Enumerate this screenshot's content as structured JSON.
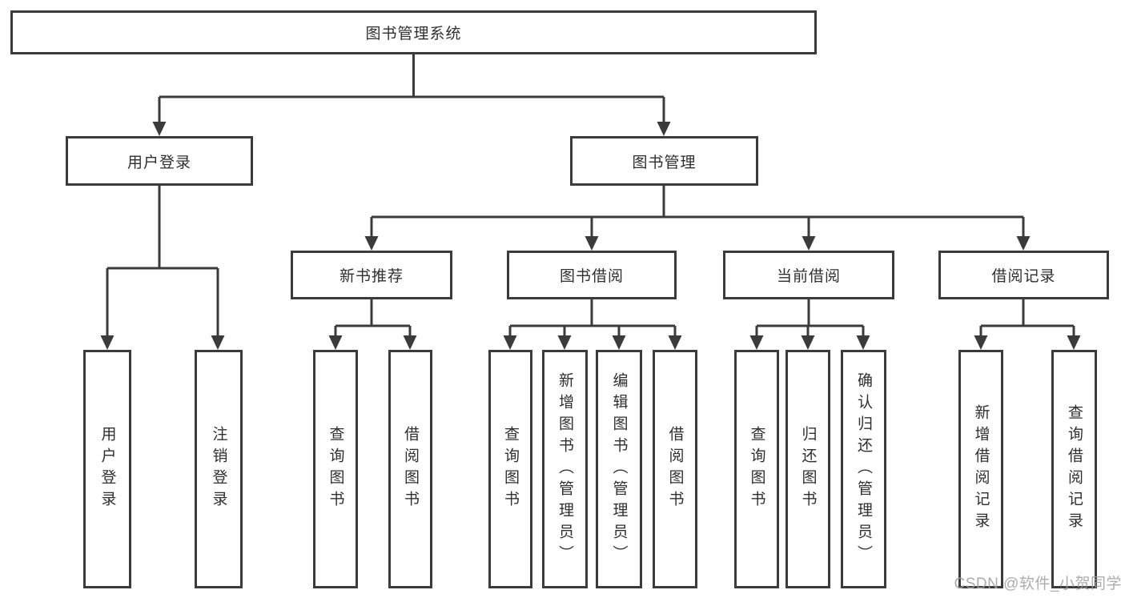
{
  "diagram_type": "hierarchy-tree",
  "colors": {
    "line": "#3b3b3b",
    "box_border": "#3b3b3b",
    "box_fill": "#ffffff",
    "text": "#2f2f2f",
    "watermark": "#9e9e9e"
  },
  "nodes": {
    "root": "图书管理系统",
    "user_login": "用户登录",
    "book_management": "图书管理",
    "new_book_recommend": "新书推荐",
    "book_borrowing": "图书借阅",
    "current_borrowing": "当前借阅",
    "borrowing_records": "借阅记录",
    "login_user_login": "用户登录",
    "login_logout": "注销登录",
    "recommend_query_books": "查询图书",
    "recommend_borrow_books": "借阅图书",
    "borrowing_query_books": "查询图书",
    "borrowing_add_books": "新增图书（管理员）",
    "borrowing_edit_books": "编辑图书（管理员）",
    "borrowing_borrow_books": "借阅图书",
    "current_query_books": "查询图书",
    "current_return_books": "归还图书",
    "current_confirm_return": "确认归还（管理员）",
    "records_add_record": "新增借阅记录",
    "records_query_record": "查询借阅记录"
  },
  "tree": {
    "图书管理系统": {
      "用户登录": [
        "用户登录",
        "注销登录"
      ],
      "图书管理": {
        "新书推荐": [
          "查询图书",
          "借阅图书"
        ],
        "图书借阅": [
          "查询图书",
          "新增图书（管理员）",
          "编辑图书（管理员）",
          "借阅图书"
        ],
        "当前借阅": [
          "查询图书",
          "归还图书",
          "确认归还（管理员）"
        ],
        "借阅记录": [
          "新增借阅记录",
          "查询借阅记录"
        ]
      }
    }
  },
  "watermark": "CSDN @软件_小贺同学"
}
